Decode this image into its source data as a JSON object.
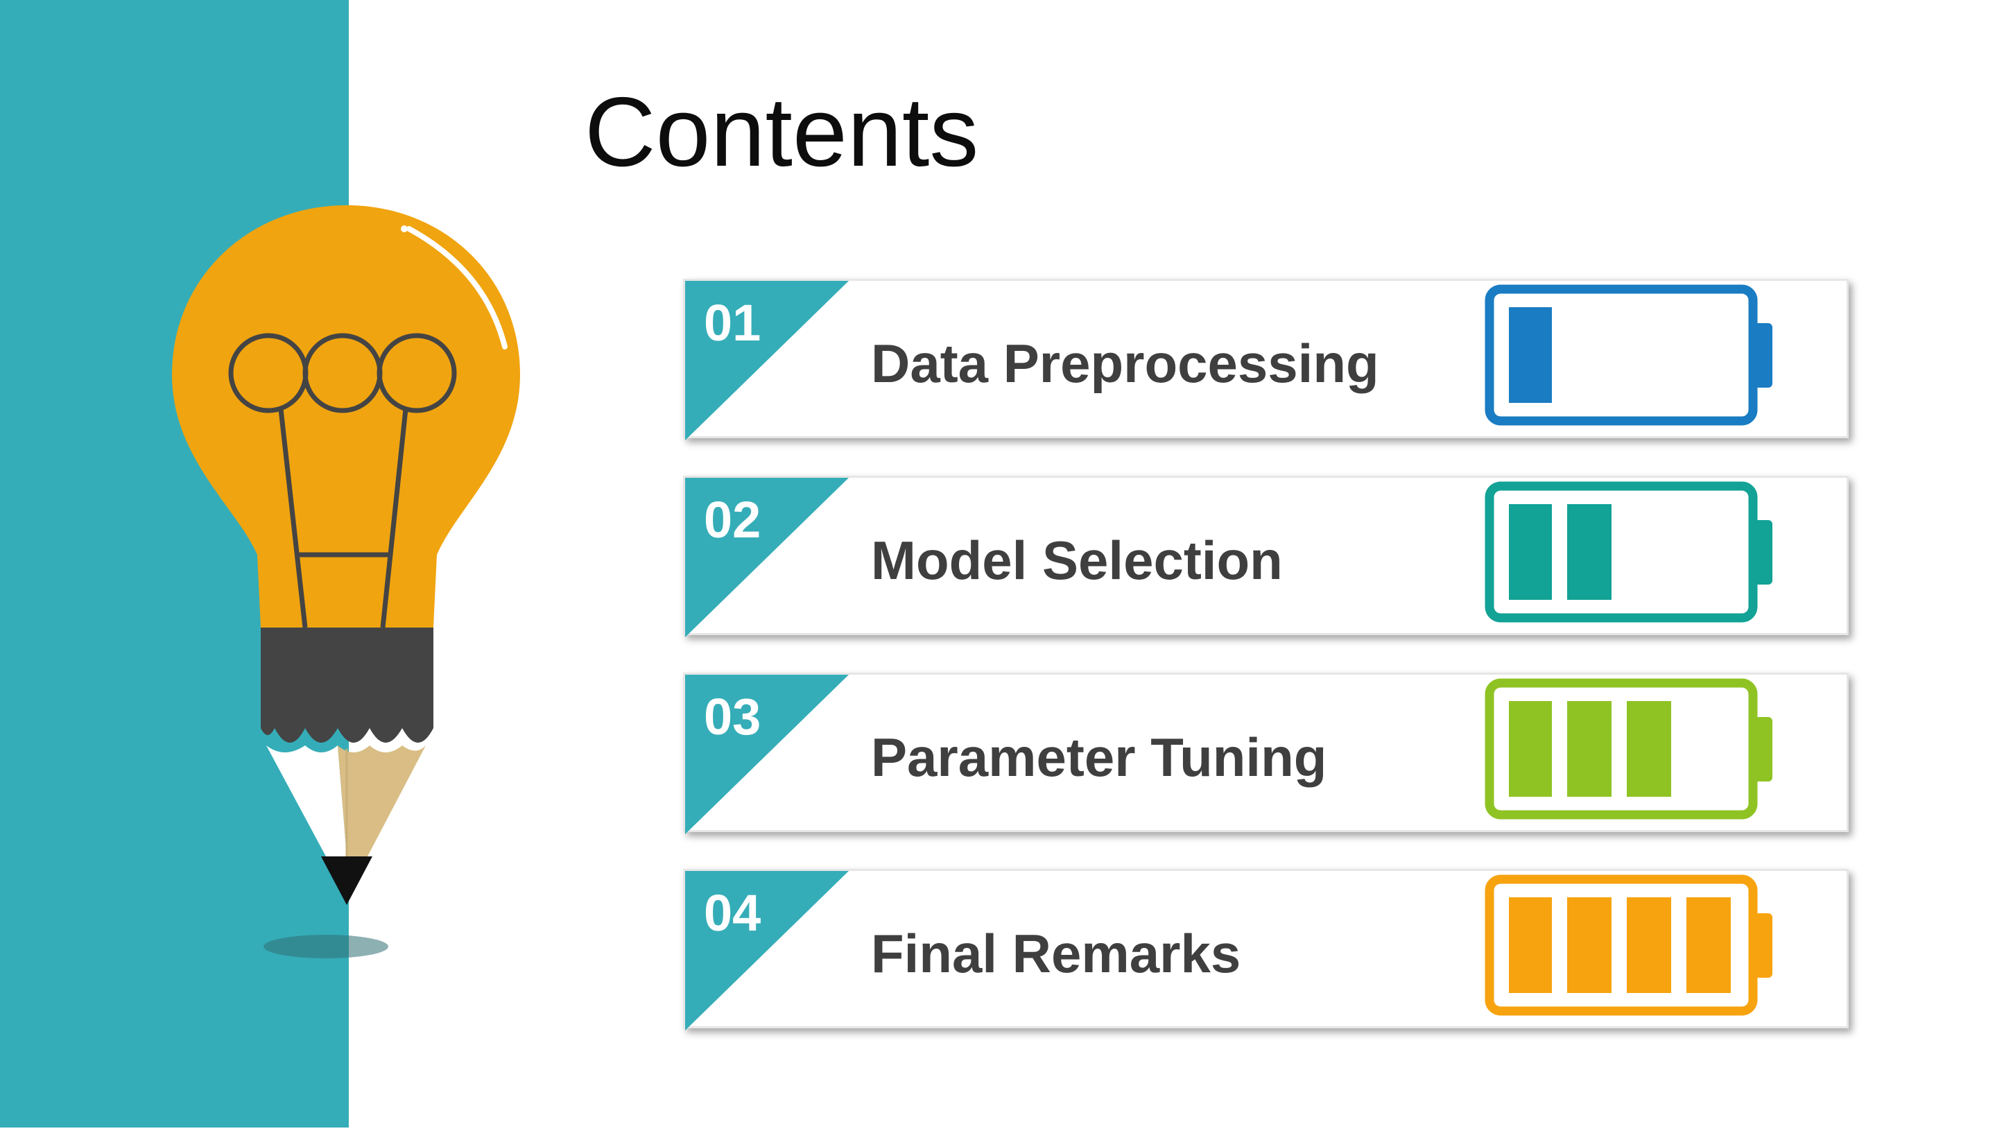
{
  "title": "Contents",
  "colors": {
    "side_panel": "#35adb8",
    "number_tab": "#35adb8",
    "label_text": "#3f3f3f",
    "bulb": "#f0a40f",
    "pencil_grip": "#444444",
    "wood": "#d9bd84",
    "lead": "#111111"
  },
  "items": [
    {
      "number": "01",
      "label": "Data Preprocessing",
      "battery_level": 1,
      "battery_max": 4,
      "battery_color": "#1a7cc2"
    },
    {
      "number": "02",
      "label": "Model Selection",
      "battery_level": 2,
      "battery_max": 4,
      "battery_color": "#12a296"
    },
    {
      "number": "03",
      "label": "Parameter Tuning",
      "battery_level": 3,
      "battery_max": 4,
      "battery_color": "#8fc324"
    },
    {
      "number": "04",
      "label": "Final Remarks",
      "battery_level": 4,
      "battery_max": 4,
      "battery_color": "#f7a30f"
    }
  ],
  "icons": {
    "illustration": "lightbulb-pencil-icon",
    "battery": "battery-icon"
  }
}
